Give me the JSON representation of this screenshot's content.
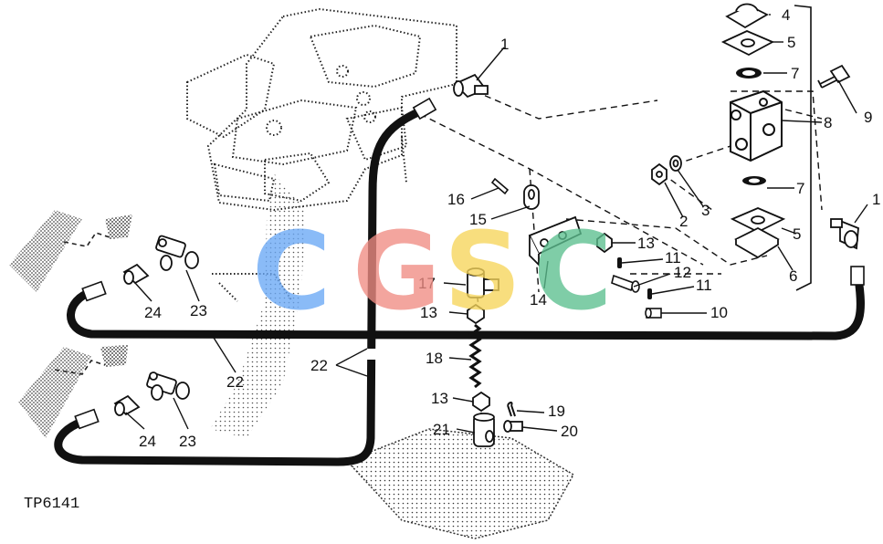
{
  "figure_code": "TP6141",
  "watermark": {
    "letters": [
      "C",
      "G",
      "S",
      "C"
    ],
    "colors": [
      "#6aa8f5",
      "#f08c84",
      "#f7d55a",
      "#5cbf8f"
    ]
  },
  "callouts": [
    {
      "id": "c1",
      "label": "1"
    },
    {
      "id": "c1b",
      "label": "1"
    },
    {
      "id": "c2",
      "label": "2"
    },
    {
      "id": "c3",
      "label": "3"
    },
    {
      "id": "c4",
      "label": "4"
    },
    {
      "id": "c5a",
      "label": "5"
    },
    {
      "id": "c5b",
      "label": "5"
    },
    {
      "id": "c6",
      "label": "6"
    },
    {
      "id": "c7a",
      "label": "7"
    },
    {
      "id": "c7b",
      "label": "7"
    },
    {
      "id": "c8",
      "label": "8"
    },
    {
      "id": "c9",
      "label": "9"
    },
    {
      "id": "c10",
      "label": "10"
    },
    {
      "id": "c11a",
      "label": "11"
    },
    {
      "id": "c11b",
      "label": "11"
    },
    {
      "id": "c12",
      "label": "12"
    },
    {
      "id": "c13a",
      "label": "13"
    },
    {
      "id": "c13b",
      "label": "13"
    },
    {
      "id": "c13c",
      "label": "13"
    },
    {
      "id": "c14",
      "label": "14"
    },
    {
      "id": "c15",
      "label": "15"
    },
    {
      "id": "c16",
      "label": "16"
    },
    {
      "id": "c17",
      "label": "17"
    },
    {
      "id": "c18",
      "label": "18"
    },
    {
      "id": "c19",
      "label": "19"
    },
    {
      "id": "c20",
      "label": "20"
    },
    {
      "id": "c21",
      "label": "21"
    },
    {
      "id": "c22a",
      "label": "22"
    },
    {
      "id": "c22b",
      "label": "22"
    },
    {
      "id": "c23a",
      "label": "23"
    },
    {
      "id": "c23b",
      "label": "23"
    },
    {
      "id": "c24a",
      "label": "24"
    },
    {
      "id": "c24b",
      "label": "24"
    }
  ]
}
